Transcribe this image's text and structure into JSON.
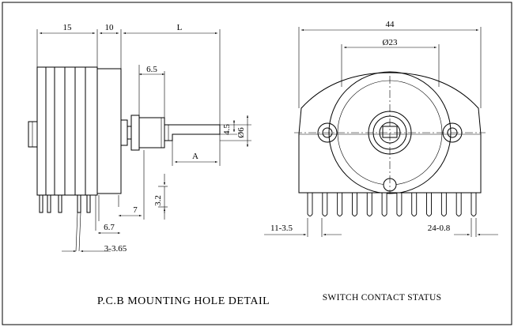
{
  "side_view": {
    "dims": {
      "body_width": "15",
      "bushing_width": "10",
      "shaft_length": "L",
      "bushing_step": "6.5",
      "flat_length": "A",
      "flat_height": "4.5",
      "shaft_diameter": "Ø6",
      "pin_height": "3.2",
      "pin_offset": "7",
      "pin_spacing": "6.7",
      "pin_range": "3-3.65"
    },
    "caption": "P.C.B MOUNTING HOLE DETAIL"
  },
  "front_view": {
    "dims": {
      "overall_width": "44",
      "center_diameter": "Ø23",
      "left_pitch": "11-3.5",
      "right_pitch": "24-0.8"
    },
    "caption": "SWITCH CONTACT STATUS",
    "terminal_count": 12
  }
}
